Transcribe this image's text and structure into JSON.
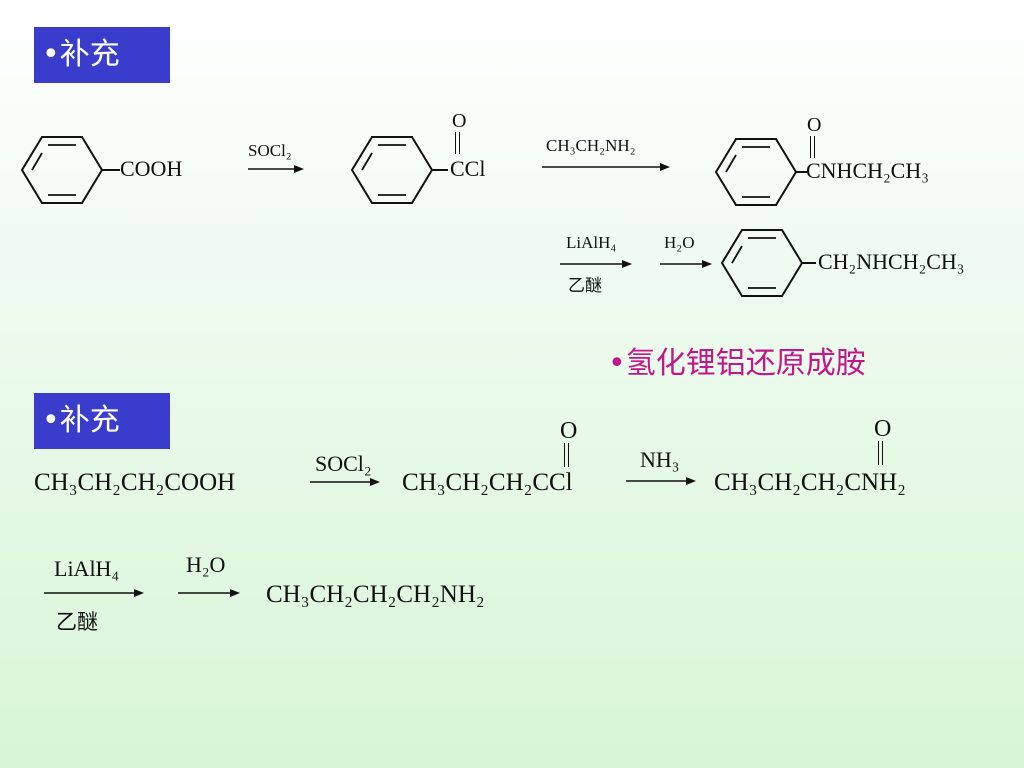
{
  "section1": {
    "label": "•补充",
    "reactant": "COOH",
    "step1_reagent": "SOCl₂",
    "product1": "CCl",
    "step2_reagent": "CH₃CH₂NH₂",
    "product2": "CNHCH₂CH₃",
    "step3_reagent_top": "LiAlH₄",
    "step3_reagent_bottom": "乙醚",
    "step4_reagent": "H₂O",
    "product3": "CH₂NHCH₂CH₃",
    "carbonyl_o": "O"
  },
  "note": "•氢化锂铝还原成胺",
  "section2": {
    "label": "•补充",
    "reactant": "CH₃CH₂CH₂COOH",
    "step1_reagent": "SOCl₂",
    "product1": "CH₃CH₂CH₂CCl",
    "step2_reagent": "NH₃",
    "product2": "CH₃CH₂CH₂CNH₂",
    "step3_reagent_top": "LiAlH₄",
    "step3_reagent_bottom": "乙醚",
    "step4_reagent": "H₂O",
    "product3": "CH₃CH₂CH₂CH₂NH₂",
    "carbonyl_o": "O"
  }
}
